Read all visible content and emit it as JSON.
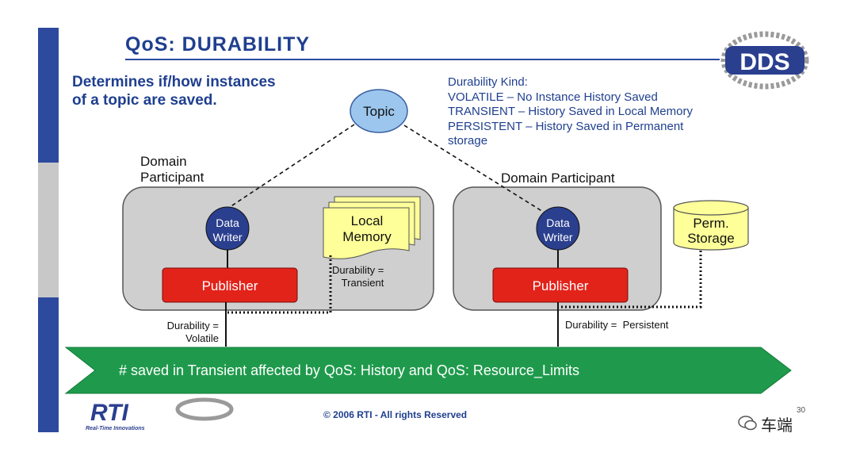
{
  "slide": {
    "title": "QoS:  DURABILITY",
    "subtitle_lines": [
      "Determines if/how instances",
      "of a topic are saved."
    ],
    "durability_kinds": [
      "Durability Kind:",
      "VOLATILE – No Instance History Saved",
      "TRANSIENT – History Saved in Local Memory",
      "PERSISTENT – History Saved in Permanent",
      "storage"
    ],
    "topic_label": "Topic",
    "left_participant": {
      "label_lines": [
        "Domain",
        "Participant"
      ],
      "writer_lines": [
        "Data",
        "Writer"
      ],
      "publisher": "Publisher",
      "memory_lines": [
        "Local",
        "Memory"
      ],
      "transient_note": [
        "Durability =",
        "Transient"
      ],
      "volatile_note": [
        "Durability =",
        "Volatile"
      ]
    },
    "right_participant": {
      "label": "Domain Participant",
      "writer_lines": [
        "Data",
        "Writer"
      ],
      "publisher": "Publisher",
      "storage_lines": [
        "Perm.",
        "Storage"
      ],
      "persistent_note": "Durability =  Persistent"
    },
    "banner": "# saved in Transient affected by QoS: History and QoS: Resource_Limits",
    "footer": "© 2006 RTI - All rights Reserved",
    "logo_dds": "DDS",
    "logo_rti": "RTI",
    "logo_rti_tagline": "Real-Time Innovations",
    "page_number": "30",
    "watermark": "车端"
  },
  "colors": {
    "title": "#1f3f8f",
    "sidebar_blue": "#2e4a9e",
    "sidebar_grey": "#c8c8c8",
    "banner_green": "#1f9a4c",
    "publisher_red": "#e2231a",
    "writer_navy": "#2b3f8f",
    "topic_blue": "#9cc6ee",
    "note_yellow": "#ffff99",
    "participant_grey": "#cfcfcf"
  }
}
